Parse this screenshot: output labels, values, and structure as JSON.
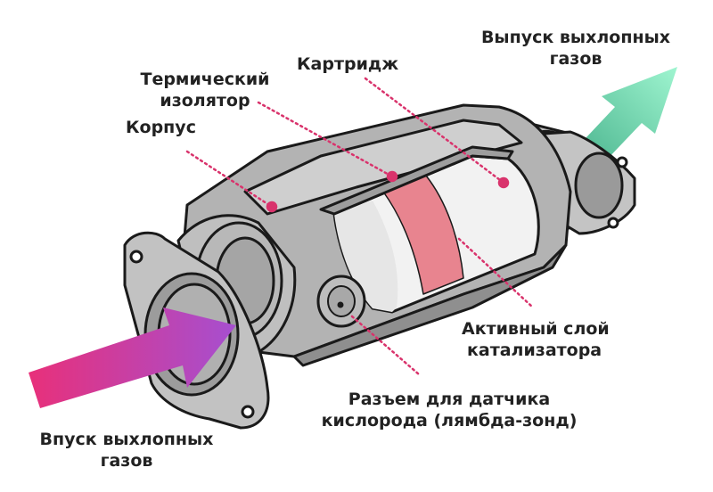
{
  "labels": {
    "outlet_line1": "Выпуск выхлопных",
    "outlet_line2": "газов",
    "cartridge": "Картридж",
    "insulator_line1": "Термический",
    "insulator_line2": "изолятор",
    "housing": "Корпус",
    "active_line1": "Активный слой",
    "active_line2": "катализатора",
    "sensor_line1": "Разъем для датчика",
    "sensor_line2": "кислорода (лямбда-зонд)",
    "inlet_line1": "Впуск выхлопных",
    "inlet_line2": "газов"
  },
  "colors": {
    "outline": "#1a1a1a",
    "body_gray": "#b3b3b3",
    "body_light": "#cfcfcf",
    "body_dark": "#8f8f8f",
    "cartridge_white": "#f2f2f2",
    "catalyst_pink": "#e8848f",
    "leader_dots": "#d9336c",
    "inlet_arrow_start": "#e8307a",
    "inlet_arrow_end": "#b04ac8",
    "outlet_arrow_start": "#2e9e78",
    "outlet_arrow_end": "#8ff0c8",
    "text": "#222222"
  }
}
